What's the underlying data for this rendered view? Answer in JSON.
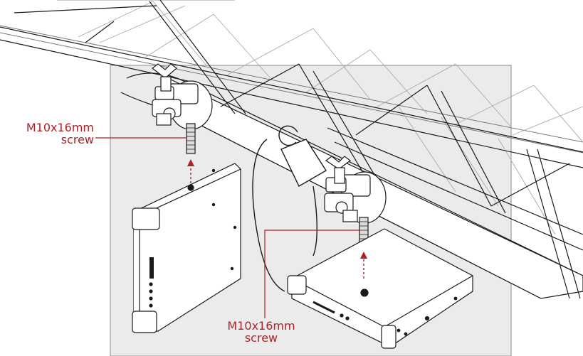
{
  "callouts": {
    "left": {
      "line1": "M10x16mm",
      "line2": "screw"
    },
    "right": {
      "line1": "M10x16mm",
      "line2": "screw"
    }
  },
  "colors": {
    "background": "#ffffff",
    "panel": "#ebebeb",
    "panel_border": "#8a8a8a",
    "outline": "#1a1a1a",
    "callout": "#b11f24"
  }
}
